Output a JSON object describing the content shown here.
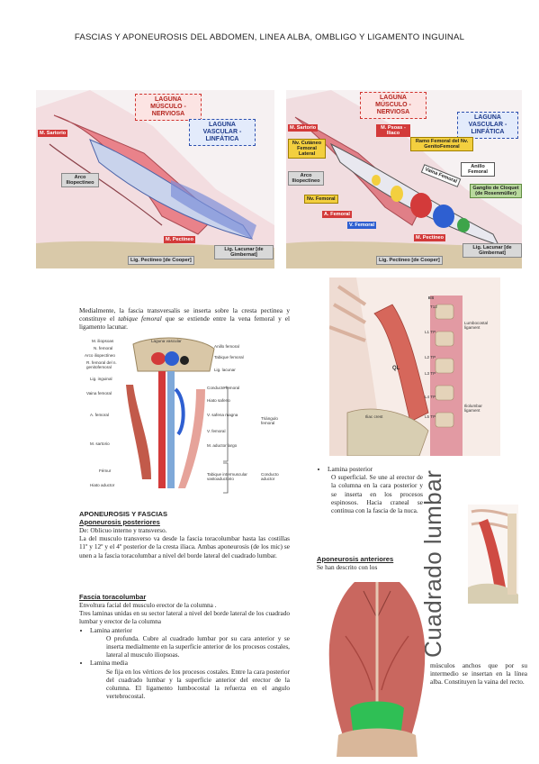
{
  "page_title": "FASCIAS Y APONEUROSIS DEL ABDOMEN, LINEA ALBA, OMBLIGO Y LIGAMENTO INGUINAL",
  "fig1": {
    "laguna_musculo": "LAGUNA MÚSCULO - NERVIOSA",
    "laguna_vascular": "LAGUNA VASCULAR - LINFÁTICA",
    "m_sartorio": "M. Sartorio",
    "arco": "Arco Iliopectineo",
    "m_pectineo": "M. Pectineo",
    "lig_lacunar": "Lig. Lacunar [de Gimbernat]",
    "lig_pectineo": "Lig. Pectineo [de Cooper]"
  },
  "fig2": {
    "laguna_musculo": "LAGUNA MÚSCULO - NERVIOSA",
    "laguna_vascular": "LAGUNA VASCULAR - LINFÁTICA",
    "m_sartorio": "M. Sartorio",
    "m_psoas": "M. Psoas - Iliaco",
    "nv_cutaneo": "Nv. Cutáneo Femoral Lateral",
    "ramo_femoral": "Ramo Femoral del Nv. GenitoFemoral",
    "anillo": "Anillo Femoral",
    "arco": "Arco Iliopectineo",
    "vaina": "Vaina Femoral",
    "ganglio": "Ganglio de Cloquet (de Rosenmüller)",
    "nv_femoral": "Nv. Femoral",
    "a_femoral": "A. Femoral",
    "v_femoral": "V. Femoral",
    "m_pectineo": "M. Pectineo",
    "lig_lacunar": "Lig. Lacunar [de Gimbernat]",
    "lig_pectineo": "Lig. Pectineo [de Cooper]"
  },
  "intro_paragraph_a": "Medialmente, la fascia transversalis se inserta sobre la cresta pectinea y constituye el ",
  "intro_paragraph_italic": "tabique femoral",
  "intro_paragraph_b": " que se extiende entre la vena femoral y el ligamento lacunar.",
  "fig3": {
    "left_labels": [
      "M. iliopsoas",
      "N. femoral",
      "Arco iliopectíneo",
      "R. femoral del n. genitofemoral",
      "Lig. inguinal",
      "Vaina femoral",
      "A. femoral",
      "M. sartorio",
      "Fémur",
      "Hiato aductor"
    ],
    "top_label": "Laguna vascular",
    "right_labels": [
      "Anillo femoral",
      "Tabique femoral",
      "Lig. lacunar",
      "Conducto femoral",
      "Hiato safeno",
      "V. safena magna",
      "V. femoral",
      "M. aductor largo",
      "Tabique intermuscular vastoaductorio"
    ],
    "bracket_labels": [
      "Triángulo femoral",
      "Conducto aductor"
    ]
  },
  "fig4": {
    "labels": [
      "ES",
      "T12",
      "Lumbocostal ligament",
      "L1 TP",
      "L2 TP",
      "QL",
      "L3 TP",
      "L4 TP",
      "Iliolumbar ligament",
      "Iliac crest",
      "L5 TP"
    ]
  },
  "aponeurosis_section": {
    "heading": "APONEUROSIS Y FASCIAS",
    "sub": "Aponeurosis posteriores",
    "line1": "De: Oblicuo interno y transverso.",
    "line2": "La del musculo transverso va desde la fascia toracolumbar hasta las costillas 11º y 12º y el 4º posterior de la cresta iliaca. Ambas aponeurosis (de los mic) se unen a la fascia toracolumbar a nivel del borde lateral del cuadrado lumbar."
  },
  "fascia_section": {
    "heading": "Fascia toracolumbar",
    "line1": "Envoltura facial del musculo erector de la columna .",
    "line2": "Tres laminas unidas en su sector lateral a nivel del borde lateral de los cuadrado lumbar y erector de la columna",
    "bullet1_title": "Lamina anterior",
    "bullet1_text": "O profunda. Cubre al cuadrado lumbar por su cara anterior y se inserta medialmente en la superficie anterior de los procesos costales, lateral al musculo iliopsoas.",
    "bullet2_title": "Lamina media",
    "bullet2_text": "Se fija en los vértices de los procesos costales. Entre la cara posterior del cuadrado lumbar y la superficie anterior del erector de la columna. El ligamento lumbocostal la refuerza en el angulo vertebrocostal."
  },
  "posterior_section": {
    "bullet_title": "Lamina posterior",
    "bullet_text": "O superficial. Se une al erector de la columna en la cara posterior y se inserta en los procesos espinosos. Hacia craneal se continua con la fascia de la nuca."
  },
  "anteriores_section": {
    "heading": "Aponeurosis anteriores",
    "text_a": "Se han descrito con los",
    "text_b": "músculos anchos que por su intermedio se insertan en la línea alba. Constituyen la vaina del recto."
  },
  "vertical_title": "Cuadrado lumbar",
  "colors": {
    "muscle": "#d9776f",
    "bone": "#e9dcc0",
    "artery": "#d33a3a",
    "vein": "#2e5fd1",
    "fascia_green": "#2fbf55"
  }
}
